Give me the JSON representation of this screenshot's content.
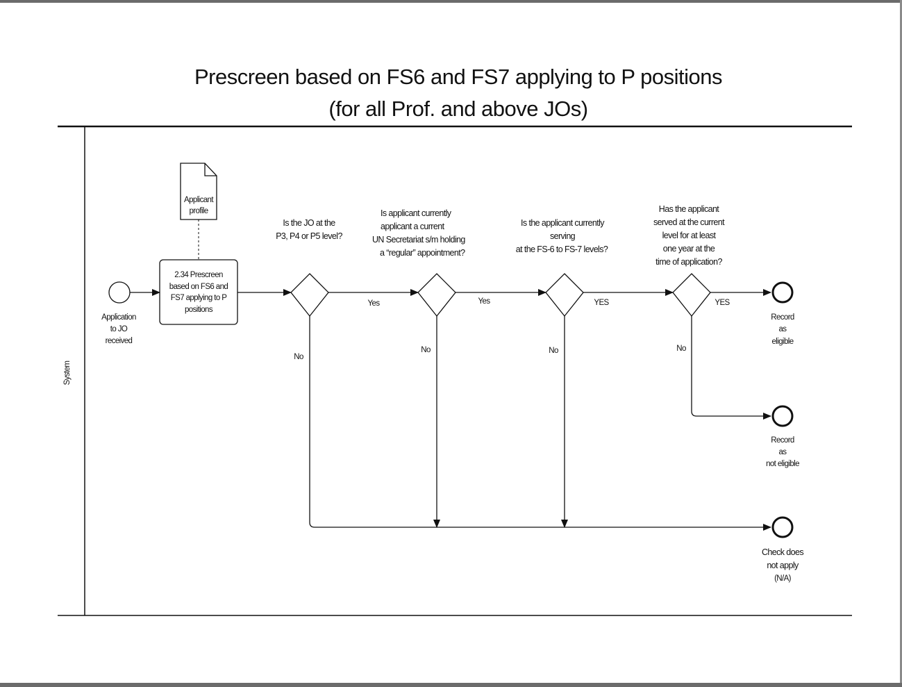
{
  "title": {
    "line1": "Prescreen based on FS6 and FS7 applying to P positions",
    "line2": "(for all Prof. and above JOs)"
  },
  "lane": {
    "label": "System"
  },
  "start_event": {
    "label": [
      "Application",
      "to JO",
      "received"
    ]
  },
  "data_object": {
    "label": [
      "Applicant",
      "profile"
    ]
  },
  "task": {
    "label": [
      "2.34 Prescreen",
      "based on FS6 and",
      "FS7 applying to P",
      "positions"
    ]
  },
  "gateways": [
    {
      "question": [
        "Is the JO at the",
        "P3, P4 or P5 level?"
      ],
      "yes_label": "Yes",
      "no_label": "No"
    },
    {
      "question": [
        "Is applicant currently",
        "applicant a current",
        "UN Secretariat s/m holding",
        "a “regular” appointment?"
      ],
      "yes_label": "Yes",
      "no_label": "No"
    },
    {
      "question": [
        "Is the applicant currently",
        "serving",
        "at the FS-6 to FS-7 levels?"
      ],
      "yes_label": "YES",
      "no_label": "No"
    },
    {
      "question": [
        "Has the applicant",
        "served at the current",
        "level for at least",
        "one year at the",
        "time of application?"
      ],
      "yes_label": "YES",
      "no_label": "No"
    }
  ],
  "end_events": [
    {
      "label": [
        "Record",
        "as",
        "eligible"
      ]
    },
    {
      "label": [
        "Record",
        "as",
        "not eligible"
      ]
    },
    {
      "label": [
        "Check does",
        "not apply",
        "(N/A)"
      ]
    }
  ]
}
